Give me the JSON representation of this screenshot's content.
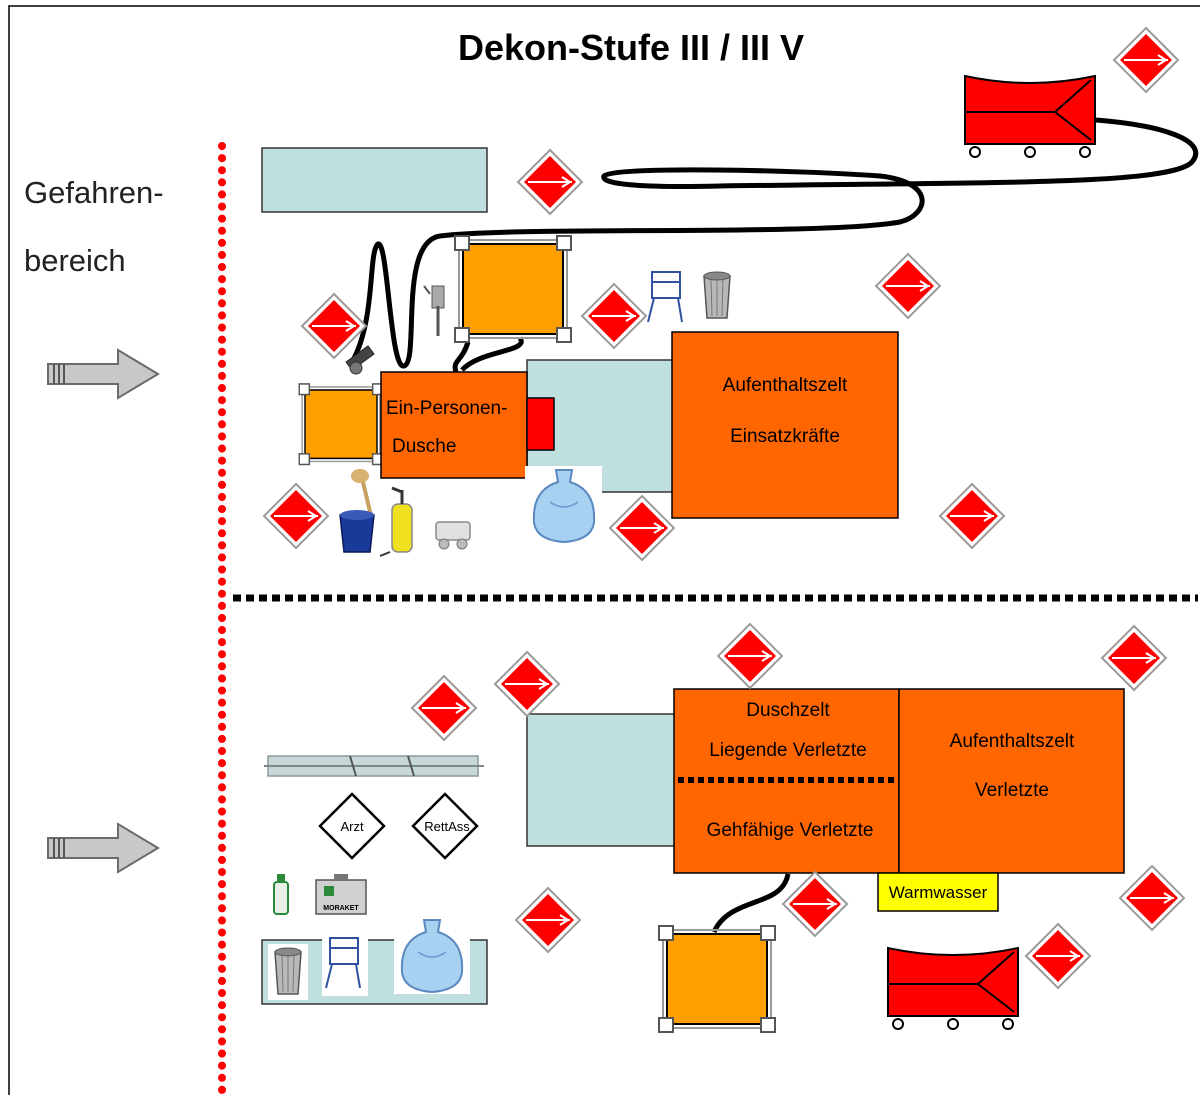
{
  "title": "Dekon-Stufe III / III V",
  "side_label": {
    "line1": "Gefahren-",
    "line2": "bereich"
  },
  "upper_area": {
    "shower_label_1": "Ein-Personen-",
    "shower_label_2": "Dusche",
    "tent_label_1": "Aufenthaltszelt",
    "tent_label_2": "Einsatzkräfte"
  },
  "lower_area": {
    "shower_tent_label_1": "Duschzelt",
    "shower_tent_label_2": "Liegende Verletzte",
    "shower_tent_label_3": "Gehfähige Verletzte",
    "rest_tent_label_1": "Aufenthaltszelt",
    "rest_tent_label_2": "Verletzte",
    "warm_water_label": "Warmwasser",
    "doctor_sign": "Arzt",
    "paramedic_sign": "RettAss",
    "aid_kit_label": "MORAKET"
  },
  "colors": {
    "tent": "#ff6600",
    "water_tank": "#ffa000",
    "pale_area": "#c0e0e0",
    "hazard_red": "#ff0000",
    "boundary_dots": "#ff0000",
    "warm_water_bg": "#ffff00",
    "heater": "#ff0000"
  }
}
